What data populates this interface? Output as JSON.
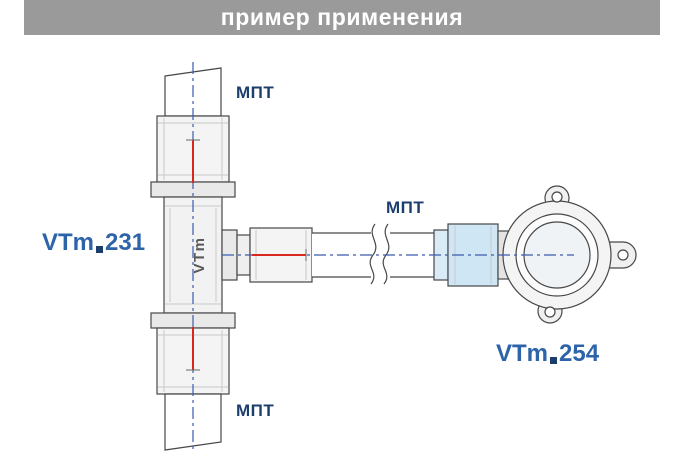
{
  "header": {
    "title": "пример применения"
  },
  "labels": {
    "mpt_top": "МПТ",
    "mpt_mid": "МПТ",
    "mpt_bottom": "МПТ",
    "vtm231": {
      "brand": "VTm",
      "model": "231"
    },
    "vtm254": {
      "brand": "VTm",
      "model": "254"
    }
  },
  "diagram": {
    "body_marking": "VTm"
  },
  "colors": {
    "header_bg": "#9a9a9a",
    "header_text": "#ffffff",
    "label_navy": "#1c3e6d",
    "label_blue": "#2d63a8",
    "centerline_blue": "#3a5bad",
    "depth_mark_red": "#d8281e",
    "fitting_blue": "#cfe6f4",
    "drawing_stroke": "#474747"
  }
}
